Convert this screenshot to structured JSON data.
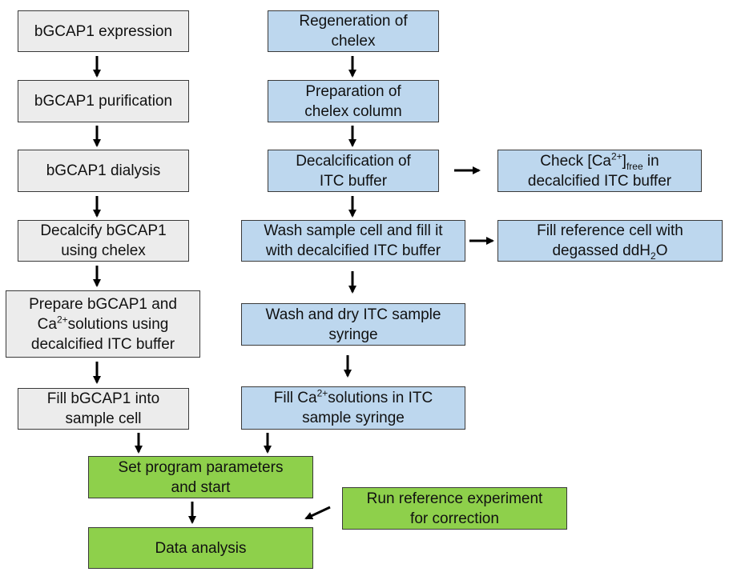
{
  "left_column": [
    {
      "id": "bgcap1-expression",
      "lines": [
        "bGCAP1  expression"
      ]
    },
    {
      "id": "bgcap1-purification",
      "lines": [
        "bGCAP1  purification"
      ]
    },
    {
      "id": "bgcap1-dialysis",
      "lines": [
        "bGCAP1  dialysis"
      ]
    },
    {
      "id": "decalcify-bgcap1",
      "lines": [
        "Decalcify bGCAP1",
        "using chelex"
      ]
    },
    {
      "id": "prepare-solutions",
      "line1": "Prepare bGCAP1  and",
      "line2_pre": "Ca",
      "line2_sup": "2+",
      "line2_post": "solutions  using",
      "line3": "decalcified ITC buffer"
    },
    {
      "id": "fill-bgcap1",
      "lines": [
        "Fill bGCAP1  into",
        "sample cell"
      ]
    }
  ],
  "middle_column": [
    {
      "id": "regeneration-chelex",
      "lines": [
        "Regeneration of",
        "chelex"
      ]
    },
    {
      "id": "preparation-chelex-column",
      "lines": [
        "Preparation of",
        "chelex column"
      ]
    },
    {
      "id": "decalcification-itc-buffer",
      "lines": [
        "Decalcification of",
        "ITC buffer"
      ]
    },
    {
      "id": "wash-sample-cell",
      "lines": [
        "Wash sample cell and fill it",
        "with decalcified ITC buffer"
      ]
    },
    {
      "id": "wash-dry-syringe",
      "lines": [
        "Wash and dry ITC sample",
        "syringe"
      ]
    },
    {
      "id": "fill-ca-solutions",
      "line1_pre": "Fill Ca",
      "line1_sup": "2+",
      "line1_post": "solutions in ITC",
      "line2": "sample syringe"
    }
  ],
  "right_column": [
    {
      "id": "check-ca-free",
      "line1_pre": "Check [Ca",
      "line1_sup": "2+",
      "line1_mid": "]",
      "line1_sub": "free",
      "line1_post": " in",
      "line2": "decalcified ITC buffer"
    },
    {
      "id": "fill-reference-cell",
      "line1": "Fill reference cell with",
      "line2_pre": "degassed ddH",
      "line2_sub": "2",
      "line2_post": "O"
    },
    {
      "id": "run-reference-experiment",
      "lines": [
        "Run reference experiment",
        "for correction"
      ]
    }
  ],
  "bottom": [
    {
      "id": "set-program-parameters",
      "lines": [
        "Set program  parameters",
        "and start"
      ]
    },
    {
      "id": "data-analysis",
      "lines": [
        "Data analysis"
      ]
    }
  ],
  "colors": {
    "gray_box": "#ececec",
    "blue_box": "#bdd7ee",
    "green_box": "#8ed04b",
    "arrow": "#000000"
  }
}
